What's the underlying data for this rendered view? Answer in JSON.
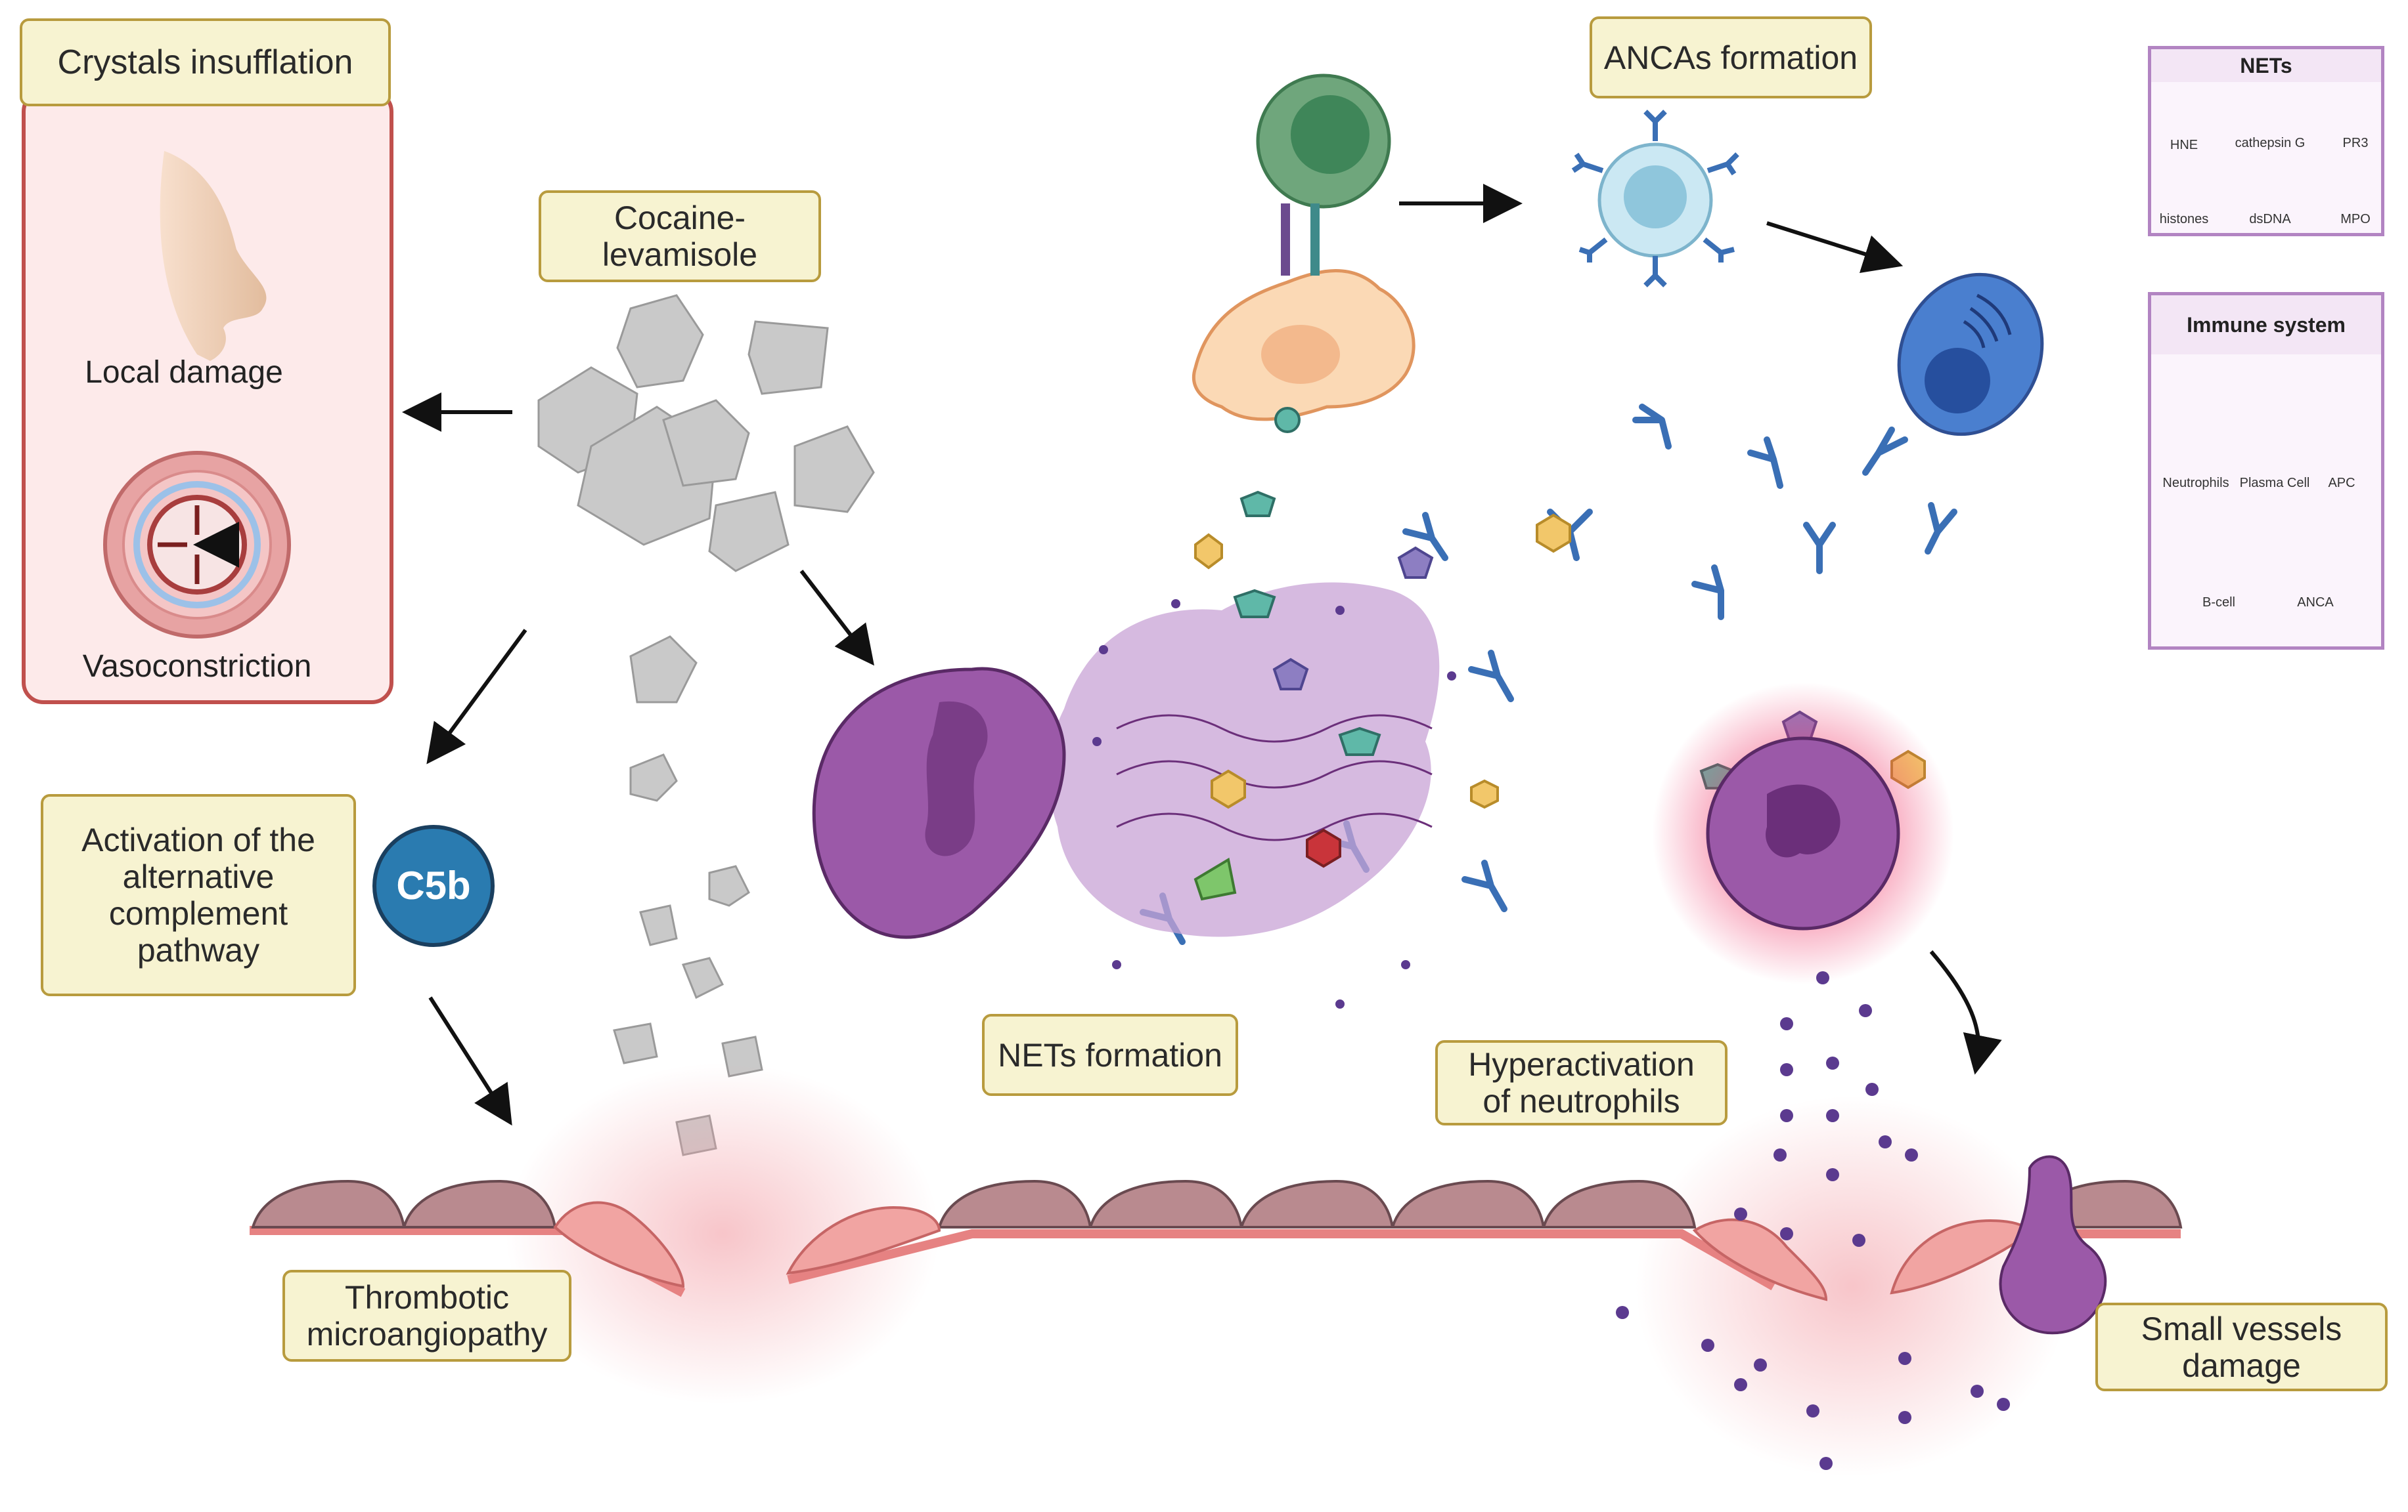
{
  "labels": {
    "crystals_insufflation": "Crystals insufflation",
    "local_damage": "Local damage",
    "vasoconstriction": "Vasoconstriction",
    "cocaine_levamisole": "Cocaine-\nlevamisole",
    "activation_complement": "Activation of the\nalternative\ncomplement\npathway",
    "c5b": "C5b",
    "thrombotic": "Thrombotic\nmicroangiopathy",
    "nets_formation": "NETs formation",
    "ancas_formation": "ANCAs formation",
    "hyperactivation": "Hyperactivation\nof neutrophils",
    "small_vessels": "Small vessels\ndamage"
  },
  "legend_nets": {
    "title": "NETs",
    "items": [
      "HNE",
      "cathepsin G",
      "PR3",
      "histones",
      "dsDNA",
      "MPO"
    ]
  },
  "legend_immune": {
    "title": "Immune system",
    "items": [
      "Neutrophils",
      "Plasma Cell",
      "APC",
      "B-cell",
      "ANCA"
    ]
  },
  "colors": {
    "label_fill": "#f7f3d1",
    "label_border": "#b89b3e",
    "panel_border": "#c0504d",
    "panel_fill": "#fdeaea",
    "neutrophil": "#9b59a8",
    "antibody": "#3a6fb5",
    "c5b": "#2a7bb0",
    "hne": "#f2c76a",
    "cathepsin_g": "#c9343a",
    "pr3": "#8d7ec2",
    "histones": "#7ec66b",
    "mpo": "#5fb8a8"
  }
}
